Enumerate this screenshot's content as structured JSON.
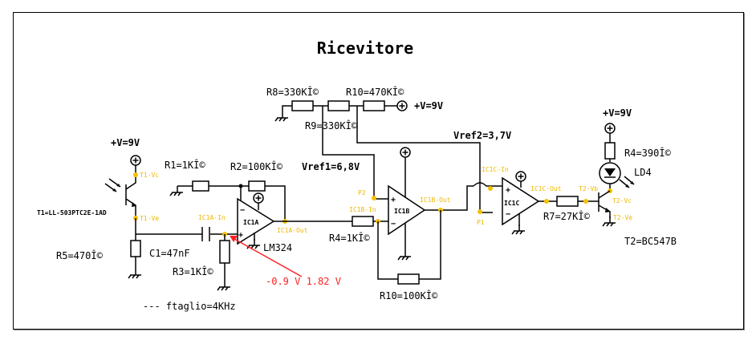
{
  "title": "Ricevitore",
  "supplies": {
    "left": "+V=9V",
    "divider": "+V=9V",
    "right": "+V=9V"
  },
  "components": {
    "t1": "T1=LL-503PTC2E-1AD",
    "r1": "R1=1KÎ©",
    "r2": "R2=100KÎ©",
    "r3": "R3=1KÎ©",
    "r4_in": "R4=1KÎ©",
    "r4_led": "R4=390Î©",
    "r5": "R5=470Î©",
    "r7": "R7=27KÎ©",
    "r8": "R8=330KÎ©",
    "r9": "R9=330KÎ©",
    "r10_div": "R10=470KÎ©",
    "r10_fb": "R10=100KÎ©",
    "c1": "C1=47nF",
    "ld4": "LD4",
    "t2": "T2=BC547B",
    "lm324": "LM324"
  },
  "opamps": {
    "ic1a": "IC1A",
    "ic1b": "IC1B",
    "ic1c": "IC1C"
  },
  "references": {
    "vref1": "Vref1=6,8V",
    "vref2": "Vref2=3,7V"
  },
  "nodes": {
    "t1_vc": "T1-Vc",
    "t1_ve": "T1-Ve",
    "ic1a_in": "IC1A-In",
    "ic1a_out": "IC1A-Out",
    "ic1b_in": "IC1B-In",
    "ic1b_out": "IC1B-Out",
    "ic1c_in": "IC1C-In",
    "ic1c_out": "IC1C-Out",
    "p1": "P1",
    "p2": "P2",
    "t2_vb": "T2-Vb",
    "t2_vc": "T2-Vc",
    "t2_ve": "T2-Ve"
  },
  "annotations": {
    "voltage_probe": "-0.9 V 1.82 V",
    "cutoff": "---  ftaglio=4KHz"
  },
  "colors": {
    "node_dot": "#f5c000",
    "annotation": "#ff2020",
    "wire": "#000000"
  }
}
